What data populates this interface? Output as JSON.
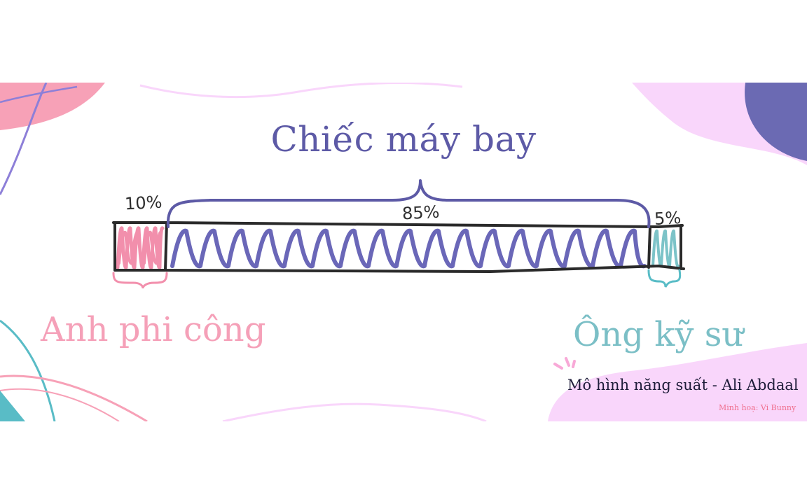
{
  "title": "Chiếc máy bay",
  "bar": {
    "segments": [
      {
        "label": "10%",
        "value": 10,
        "color": "#f28fac"
      },
      {
        "label": "85%",
        "value": 85,
        "color": "#6a67b8"
      },
      {
        "label": "5%",
        "value": 5,
        "color": "#7cc3c8"
      }
    ]
  },
  "labels": {
    "pilot": "Anh phi công",
    "engineer": "Ông kỹ sư"
  },
  "caption": {
    "model": "Mô hình năng suất - Ali Abdaal",
    "credit": "Minh hoạ: Vi Bunny"
  },
  "colors": {
    "title": "#5d5aa6",
    "pilot": "#f5a0b8",
    "engineer": "#7bbfc6",
    "bar_outline": "#2a2a2a",
    "brace": "#5d5aa6",
    "deco_pink": "#f7a1b7",
    "deco_lilac": "#f9d6fb",
    "deco_purple": "#6b6ab3",
    "deco_teal": "#59bcc6"
  }
}
